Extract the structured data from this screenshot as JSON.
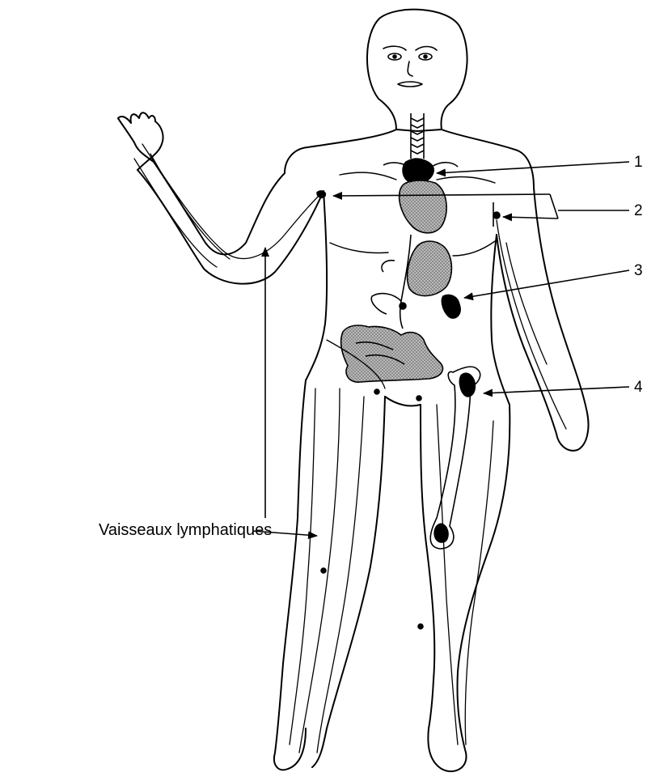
{
  "labels": {
    "one": "1",
    "two": "2",
    "three": "3",
    "four": "4",
    "vessels": "Vaisseaux lymphatiques"
  },
  "colors": {
    "ink": "#000000",
    "paper": "#ffffff",
    "organ_shading": "#9a9a9a"
  }
}
